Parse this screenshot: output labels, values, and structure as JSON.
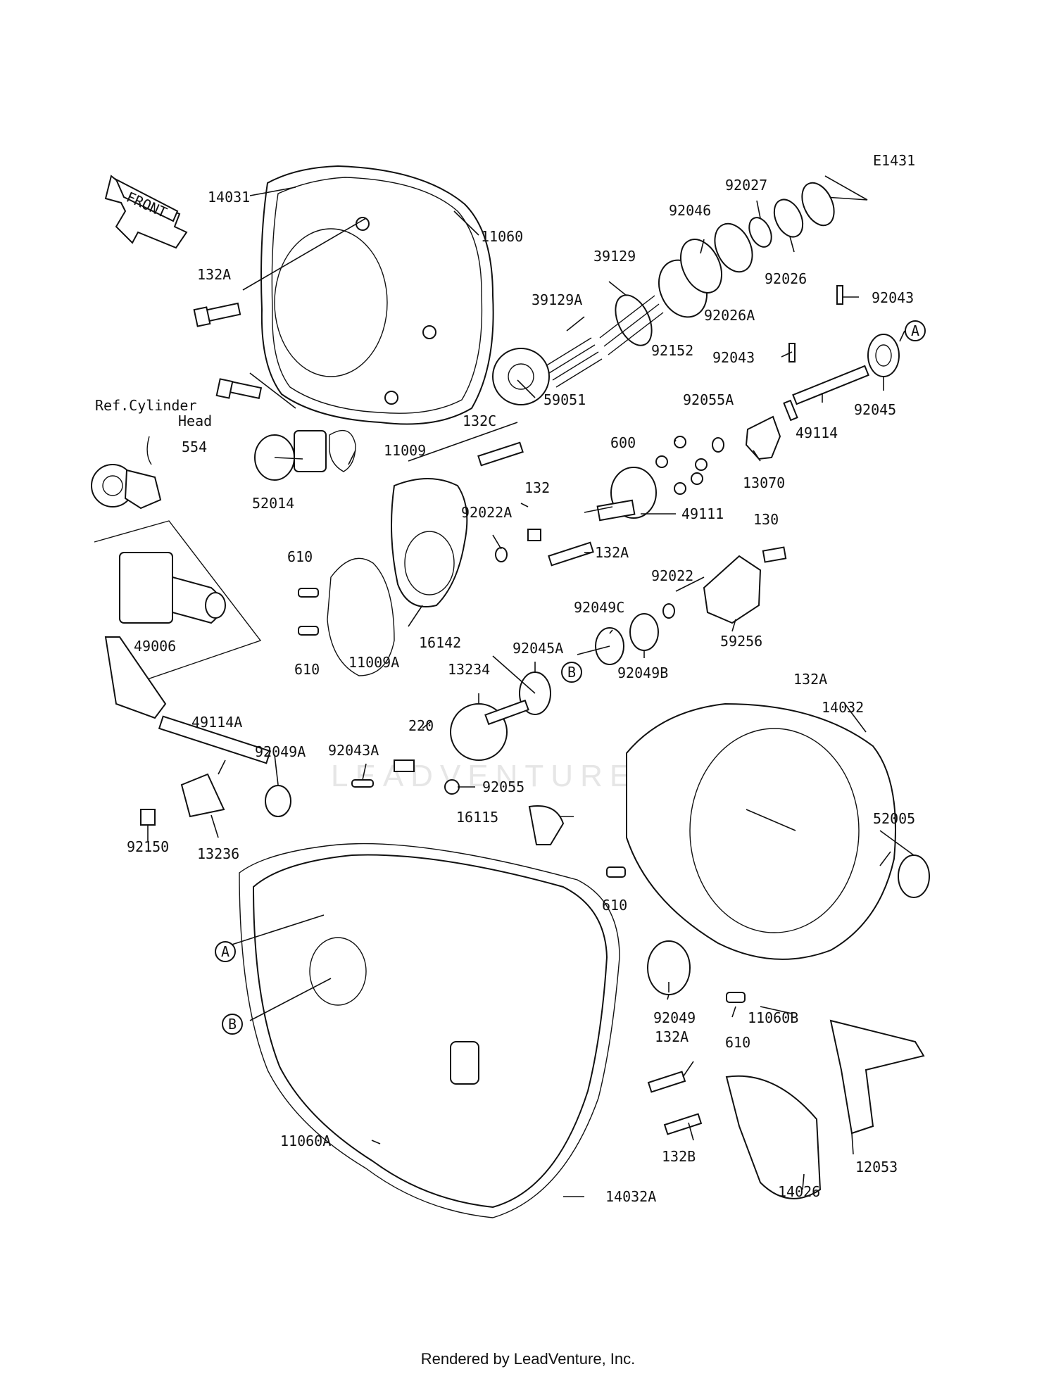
{
  "diagram_code": "E1431",
  "front_label": "FRONT",
  "ref_note": [
    "Ref.Cylinder",
    "Head"
  ],
  "footer": "Rendered by LeadVenture, Inc.",
  "watermark": "LEADVENTURE",
  "parts": [
    {
      "id": "14031"
    },
    {
      "id": "11060"
    },
    {
      "id": "132A"
    },
    {
      "id": "39129"
    },
    {
      "id": "39129A"
    },
    {
      "id": "92046"
    },
    {
      "id": "92027"
    },
    {
      "id": "92026"
    },
    {
      "id": "92026A"
    },
    {
      "id": "92152"
    },
    {
      "id": "92043"
    },
    {
      "id": "92045"
    },
    {
      "id": "49114"
    },
    {
      "id": "59051"
    },
    {
      "id": "92055A"
    },
    {
      "id": "600"
    },
    {
      "id": "13070"
    },
    {
      "id": "554"
    },
    {
      "id": "52014"
    },
    {
      "id": "11009"
    },
    {
      "id": "132C"
    },
    {
      "id": "132"
    },
    {
      "id": "92022A"
    },
    {
      "id": "49111"
    },
    {
      "id": "130"
    },
    {
      "id": "92022"
    },
    {
      "id": "610"
    },
    {
      "id": "49006"
    },
    {
      "id": "16142"
    },
    {
      "id": "11009A"
    },
    {
      "id": "92049C"
    },
    {
      "id": "92045A"
    },
    {
      "id": "92049B"
    },
    {
      "id": "59256"
    },
    {
      "id": "13234"
    },
    {
      "id": "49114A"
    },
    {
      "id": "92049A"
    },
    {
      "id": "92043A"
    },
    {
      "id": "220"
    },
    {
      "id": "92055"
    },
    {
      "id": "14032"
    },
    {
      "id": "16115"
    },
    {
      "id": "92150"
    },
    {
      "id": "13236"
    },
    {
      "id": "52005"
    },
    {
      "id": "92049"
    },
    {
      "id": "11060B"
    },
    {
      "id": "132B"
    },
    {
      "id": "12053"
    },
    {
      "id": "14026"
    },
    {
      "id": "11060A"
    },
    {
      "id": "14032A"
    }
  ],
  "callouts": {
    "a": "A",
    "b": "B"
  }
}
